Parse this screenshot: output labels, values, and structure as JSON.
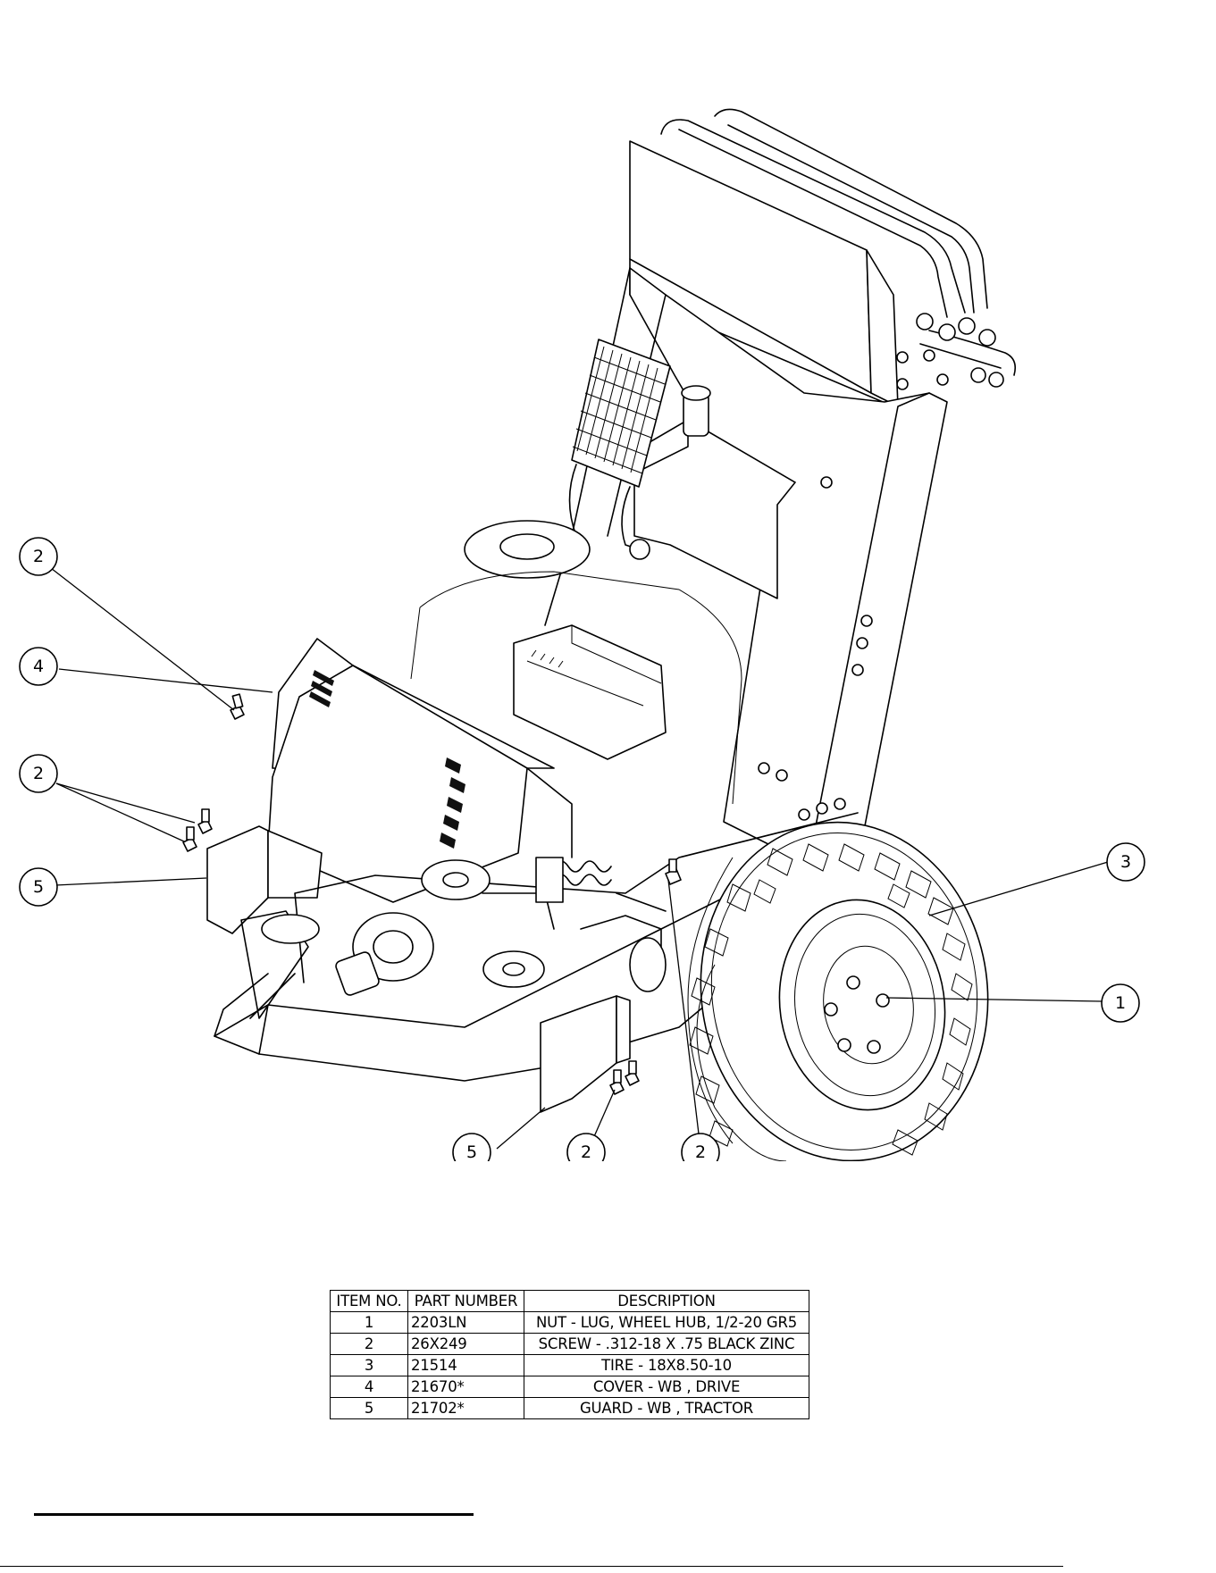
{
  "callouts": [
    {
      "id": "c-2-top",
      "label": "2"
    },
    {
      "id": "c-4",
      "label": "4"
    },
    {
      "id": "c-2-left",
      "label": "2"
    },
    {
      "id": "c-5-left",
      "label": "5"
    },
    {
      "id": "c-3",
      "label": "3"
    },
    {
      "id": "c-1",
      "label": "1"
    },
    {
      "id": "c-5-bottom",
      "label": "5"
    },
    {
      "id": "c-2-bottom-a",
      "label": "2"
    },
    {
      "id": "c-2-bottom-b",
      "label": "2"
    }
  ],
  "parts_table": {
    "headers": {
      "item": "ITEM NO.",
      "part": "PART NUMBER",
      "desc": "DESCRIPTION"
    },
    "rows": [
      {
        "item": "1",
        "part": "2203LN",
        "desc": "NUT - LUG, WHEEL HUB, 1/2-20  GR5"
      },
      {
        "item": "2",
        "part": "26X249",
        "desc": "SCREW - .312-18 X .75 BLACK ZINC"
      },
      {
        "item": "3",
        "part": "21514",
        "desc": "TIRE - 18X8.50-10"
      },
      {
        "item": "4",
        "part": "21670*",
        "desc": "COVER - WB , DRIVE"
      },
      {
        "item": "5",
        "part": "21702*",
        "desc": "GUARD - WB , TRACTOR"
      }
    ]
  }
}
